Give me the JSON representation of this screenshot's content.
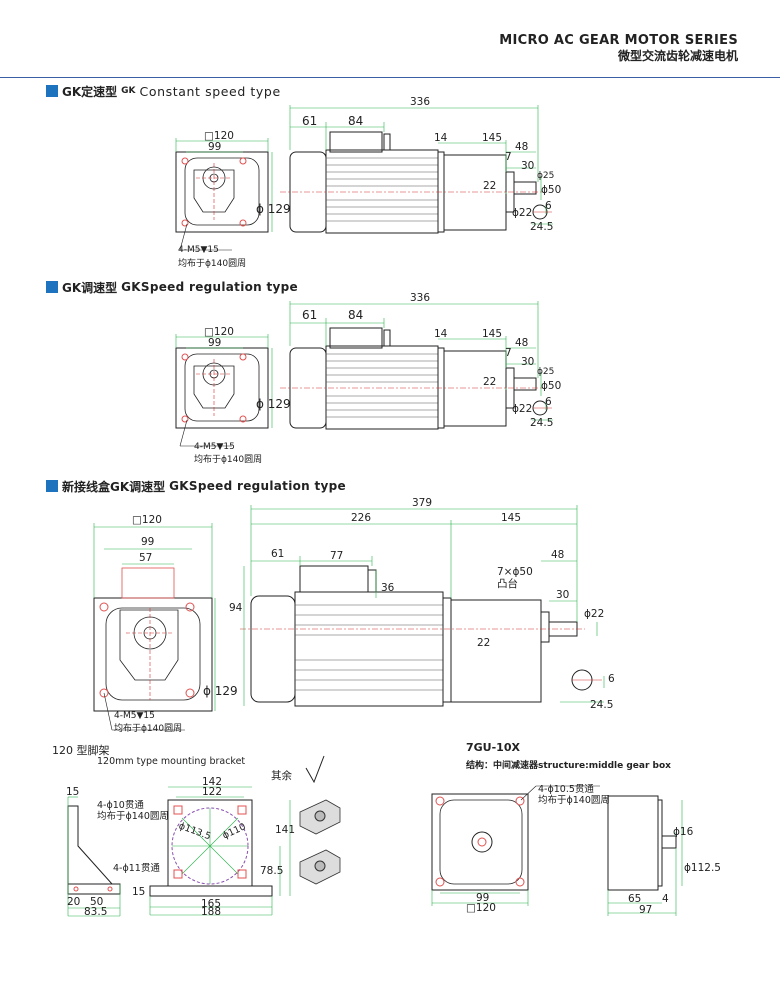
{
  "header": {
    "title": "MICRO AC GEAR MOTOR SERIES",
    "subtitle": "微型交流齿轮减速电机"
  },
  "sections": [
    {
      "id": "gk-constant",
      "cn": "GK定速型",
      "tag": "GK",
      "en": "Constant speed type"
    },
    {
      "id": "gk-speed",
      "cn": "GK调速型",
      "en": "GKSpeed regulation type"
    },
    {
      "id": "gk-newbox",
      "cn": "新接线盒GK调速型",
      "en": "GKSpeed regulation type"
    }
  ],
  "drawing1": {
    "front": {
      "sq": "□120",
      "w": "99",
      "dia": "ϕ 129",
      "holes": "4-M5▼15",
      "pcd": "均布于ϕ140圆周"
    },
    "side": {
      "total": "336",
      "a": "61",
      "b": "84",
      "c": "14",
      "d": "145",
      "e": "48",
      "f": "7",
      "g": "30",
      "h": "22",
      "i": "ϕ25",
      "j": "ϕ50",
      "k": "ϕ22",
      "l": "6",
      "m": "24.5"
    }
  },
  "drawing2": {
    "front": {
      "sq": "□120",
      "w": "99",
      "dia": "ϕ 129",
      "holes": "4-M5▼15",
      "pcd": "均布于ϕ140圆周"
    },
    "side": {
      "total": "336",
      "a": "61",
      "b": "84",
      "c": "14",
      "d": "145",
      "e": "48",
      "f": "7",
      "g": "30",
      "h": "22",
      "i": "ϕ25",
      "j": "ϕ50",
      "k": "ϕ22",
      "l": "6",
      "m": "24.5"
    }
  },
  "drawing3": {
    "front": {
      "sq": "□120",
      "w": "99",
      "box": "57",
      "dia": "ϕ 129",
      "holes": "4-M5▼15",
      "pcd": "均布于ϕ140圆周"
    },
    "side": {
      "total": "379",
      "a": "226",
      "b": "145",
      "c": "61",
      "d": "77",
      "e": "36",
      "f": "94",
      "g": "7×ϕ50",
      "g2": "凸台",
      "h": "48",
      "i": "30",
      "j": "ϕ22",
      "k": "22",
      "l": "6",
      "m": "24.5"
    }
  },
  "bracket": {
    "title": "120 型脚架",
    "subtitle": "120mm type mounting bracket",
    "rest": "其余",
    "dims": {
      "a": "15",
      "b": "4-ϕ10贯通",
      "c": "均布于ϕ140圆周",
      "d": "4-ϕ11贯通",
      "e": "15",
      "f": "20",
      "g": "50",
      "h": "83.5",
      "i": "142",
      "j": "122",
      "k": "ϕ113.5",
      "l": "ϕ110",
      "m": "141",
      "n": "78.5",
      "o": "165",
      "p": "188"
    }
  },
  "gearbox": {
    "title": "7GU-10X",
    "subtitle": "结构：中间减速器structure:middle gear box",
    "dims": {
      "a": "4-ϕ10.5贯通",
      "b": "均布于ϕ140圆周",
      "c": "99",
      "d": "□120",
      "e": "ϕ16",
      "f": "ϕ112.5",
      "g": "65",
      "h": "4",
      "i": "97"
    }
  },
  "colors": {
    "accent": "#1e73be",
    "dim": "#2bb24c",
    "outline": "#222222",
    "center": "#d43030",
    "bolt": "#e05050"
  }
}
